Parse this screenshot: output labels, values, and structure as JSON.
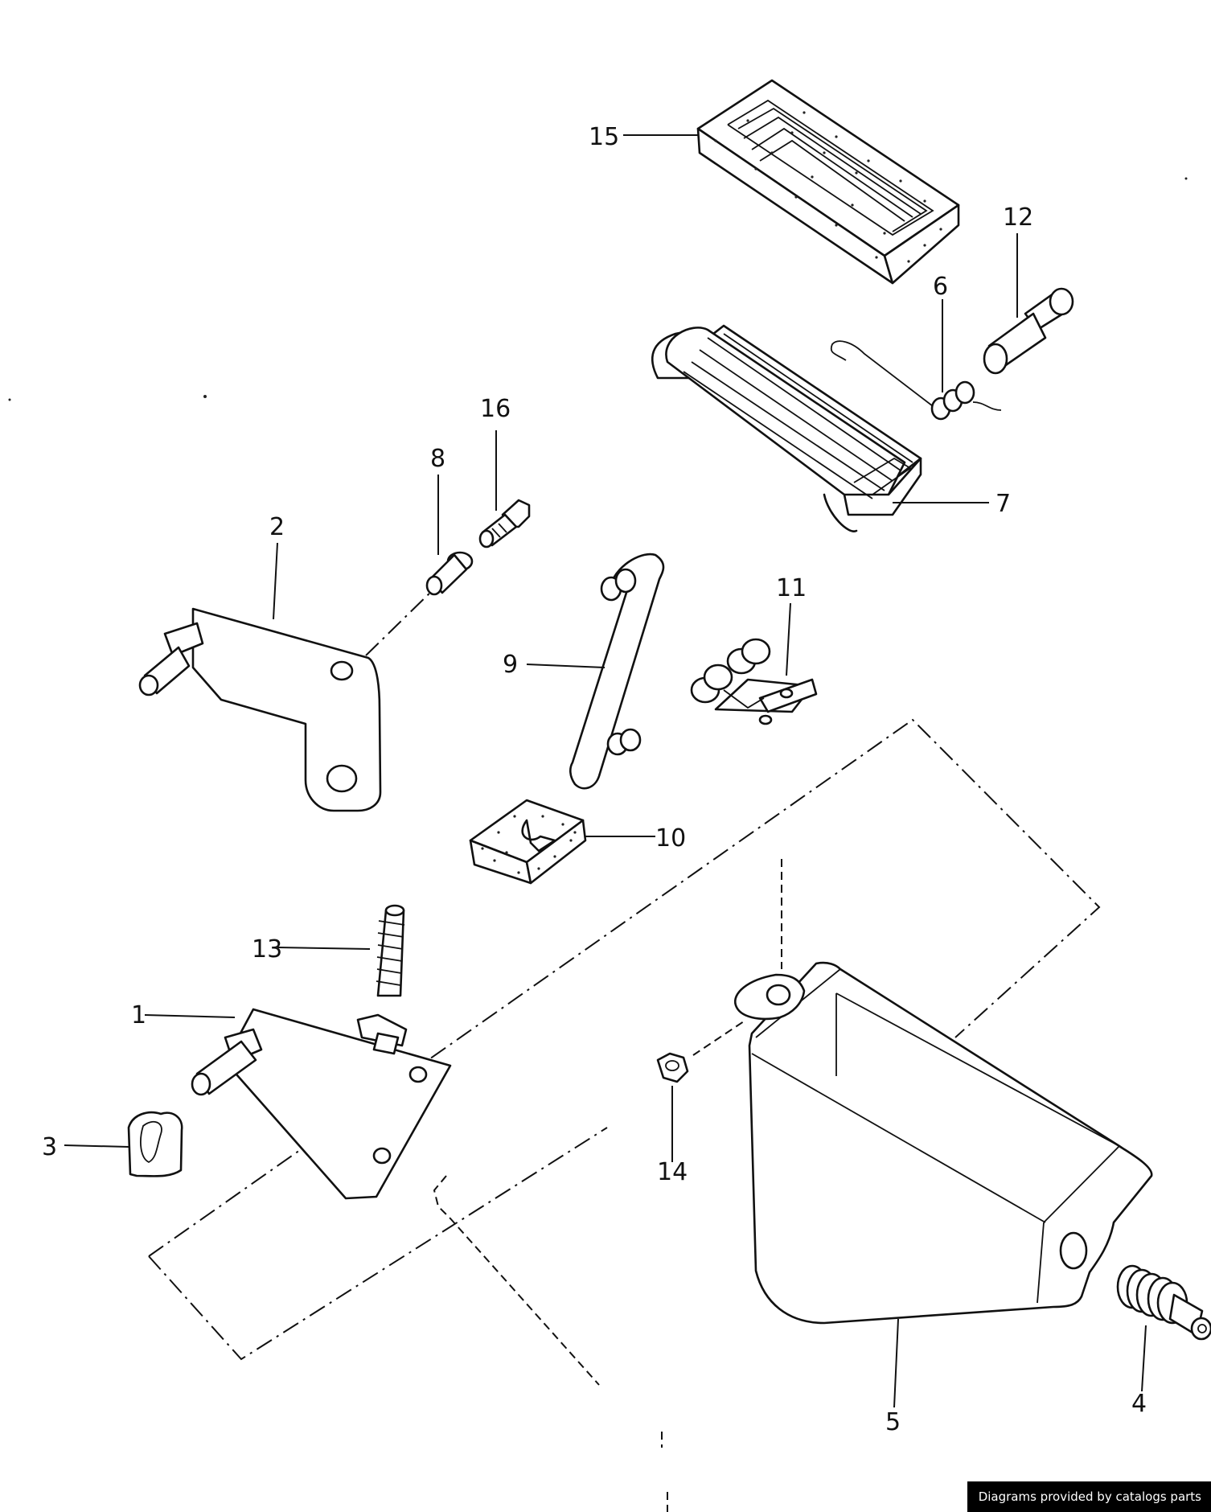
{
  "labels": {
    "p1": "1",
    "p2": "2",
    "p3": "3",
    "p4": "4",
    "p5": "5",
    "p6": "6",
    "p7": "7",
    "p8": "8",
    "p9": "9",
    "p10": "10",
    "p11": "11",
    "p12": "12",
    "p13": "13",
    "p14": "14",
    "p15": "15",
    "p16": "16"
  },
  "credit": "Diagrams provided by catalogs parts"
}
